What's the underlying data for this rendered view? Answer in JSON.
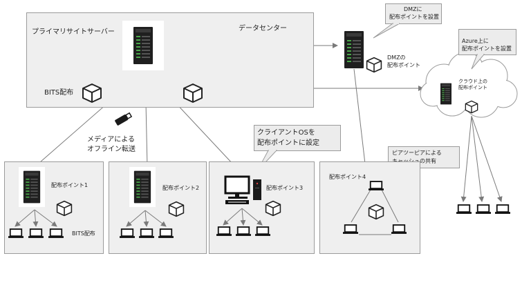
{
  "primary": {
    "title": "プライマリサイトサーバー",
    "datacenter": "データセンター",
    "bits": "BITS配布"
  },
  "dmz": {
    "callout": [
      "DMZに",
      "配布ポイントを設置"
    ],
    "label": [
      "DMZの",
      "配布ポイント"
    ]
  },
  "azure": {
    "callout": [
      "Azure上に",
      "配布ポイントを設置"
    ],
    "cloud_label": [
      "クラウド上の",
      "配布ポイント"
    ]
  },
  "media": {
    "label": [
      "メディアによる",
      "オフライン転送"
    ]
  },
  "client_callout": [
    "クライアントOSを",
    "配布ポイントに設定"
  ],
  "peer_callout": [
    "ピアツーピアによる",
    "キャッシュの共有"
  ],
  "dp1": {
    "label": "配布ポイント1",
    "bits": "BITS配布"
  },
  "dp2": {
    "label": "配布ポイント2"
  },
  "dp3": {
    "label": "配布ポイント3"
  },
  "dp4": {
    "label": "配布ポイント4"
  },
  "icons": {
    "server": "server-tower-icon",
    "package": "package-box-icon",
    "laptop": "laptop-icon",
    "usb": "usb-drive-icon",
    "monitor": "desktop-monitor-icon",
    "cloud": "cloud-icon"
  },
  "colors": {
    "panel": "#efefef",
    "border": "#9a9a9a",
    "line": "#7a7a7a",
    "device": "#1a1a1a"
  }
}
